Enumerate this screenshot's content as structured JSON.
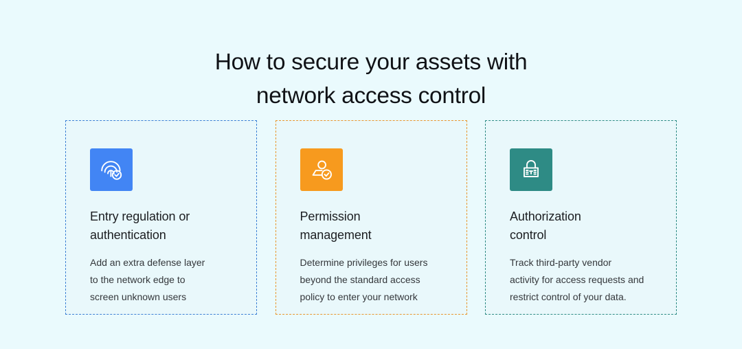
{
  "page": {
    "background_color": "#eafafd"
  },
  "title": {
    "line1": "How to secure your assets with",
    "line2": "network access control",
    "color": "#101216"
  },
  "cards": [
    {
      "id": "entry-regulation",
      "icon": "fingerprint-check-icon",
      "icon_tile_color": "#4285f4",
      "border_color": "#3b7fd4",
      "heading_line1": "Entry regulation or",
      "heading_line2": "authentication",
      "body_line1": "Add an extra defense layer",
      "body_line2": "to the network edge to",
      "body_line3": "screen unknown users"
    },
    {
      "id": "permission-management",
      "icon": "user-check-icon",
      "icon_tile_color": "#f79a1e",
      "border_color": "#e8962e",
      "heading_line1": "Permission",
      "heading_line2": "management",
      "body_line1": "Determine privileges for users",
      "body_line2": "beyond the standard access",
      "body_line3": "policy to enter your network"
    },
    {
      "id": "authorization-control",
      "icon": "padlock-icon",
      "icon_tile_color": "#2e8b85",
      "border_color": "#2e8b85",
      "heading_line1": "Authorization",
      "heading_line2": "control",
      "body_line1": "Track third-party vendor",
      "body_line2": "activity for access requests and",
      "body_line3": "restrict control of your data."
    }
  ]
}
